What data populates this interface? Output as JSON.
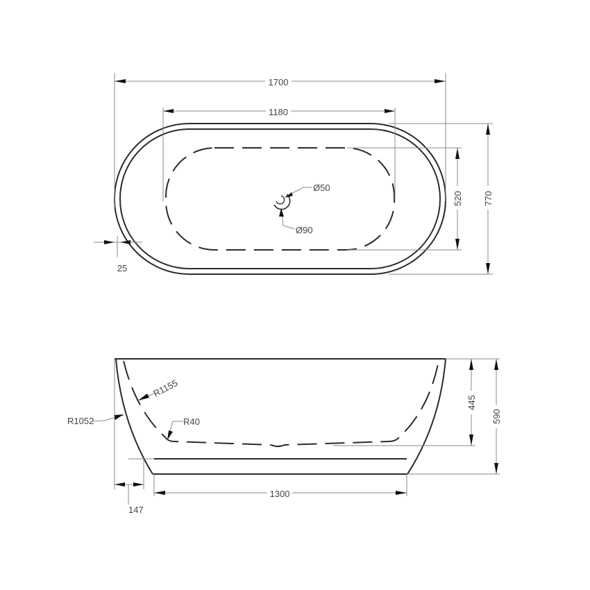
{
  "top_view": {
    "overall_length": "1700",
    "inner_length": "1180",
    "inner_width": "520",
    "overall_width": "770",
    "rim_thickness": "25",
    "drain_outer": "Ø90",
    "drain_inner": "Ø50"
  },
  "side_view": {
    "inner_radius": "R1155",
    "outer_radius": "R1052",
    "bottom_radius": "R40",
    "inner_depth": "445",
    "overall_height": "590",
    "base_length": "1300",
    "side_offset": "147"
  },
  "colors": {
    "line": "#2b2b2b",
    "dimension": "#8a8a8a",
    "text": "#444444",
    "background": "#ffffff"
  }
}
